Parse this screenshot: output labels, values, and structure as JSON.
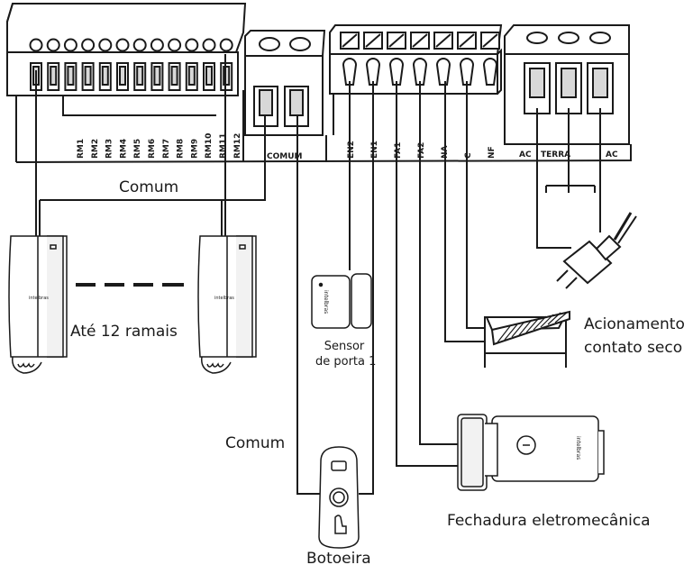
{
  "terminals": {
    "ramais": [
      "RM1",
      "RM2",
      "RM3",
      "RM4",
      "RM5",
      "RM6",
      "RM7",
      "RM8",
      "RM9",
      "RM10",
      "RM11",
      "RM12"
    ],
    "comum": "COMUM",
    "contacts": [
      "EN2",
      "EN1",
      "FA1",
      "FA2",
      "NA",
      "C",
      "NF"
    ],
    "power": [
      "AC",
      "TERRA",
      "AC"
    ]
  },
  "labels": {
    "comum_top": "Comum",
    "ramais": "Até 12 ramais",
    "sensor_line1": "Sensor",
    "sensor_line2": "de porta 1",
    "comum_left": "Comum",
    "acionamento_line1": "Acionamento",
    "acionamento_line2": "contato seco",
    "fechadura": "Fechadura eletromecânica",
    "botoeira": "Botoeira"
  },
  "brand": "intelbras",
  "colors": {
    "line": "#1a1a1a",
    "fill": "#ffffff",
    "terminal_shade": "#d8d8d8"
  }
}
